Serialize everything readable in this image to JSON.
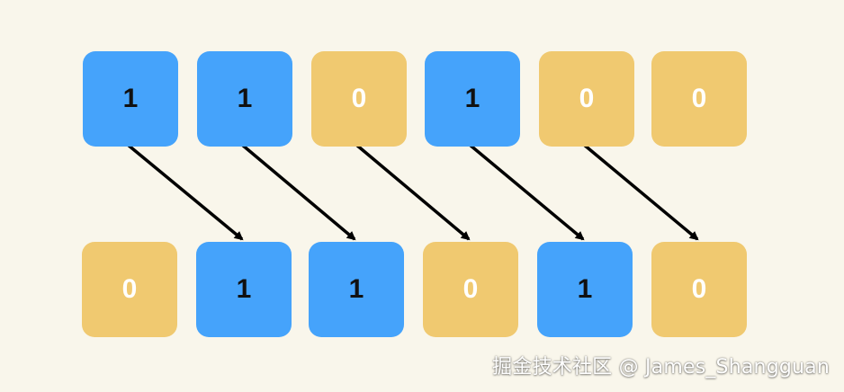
{
  "diagram": {
    "top_row": [
      "1",
      "1",
      "0",
      "1",
      "0",
      "0"
    ],
    "bottom_row": [
      "0",
      "1",
      "1",
      "0",
      "1",
      "0"
    ],
    "arrows": [
      {
        "from_top_index": 0,
        "to_bottom_index": 1
      },
      {
        "from_top_index": 1,
        "to_bottom_index": 2
      },
      {
        "from_top_index": 2,
        "to_bottom_index": 3
      },
      {
        "from_top_index": 3,
        "to_bottom_index": 4
      },
      {
        "from_top_index": 4,
        "to_bottom_index": 5
      }
    ],
    "colors": {
      "background": "#f9f6eb",
      "bit_one": "#45a3fb",
      "bit_zero": "#f0c970",
      "arrow": "#000000"
    }
  },
  "watermark": "掘金技术社区 @ James_Shangguan"
}
